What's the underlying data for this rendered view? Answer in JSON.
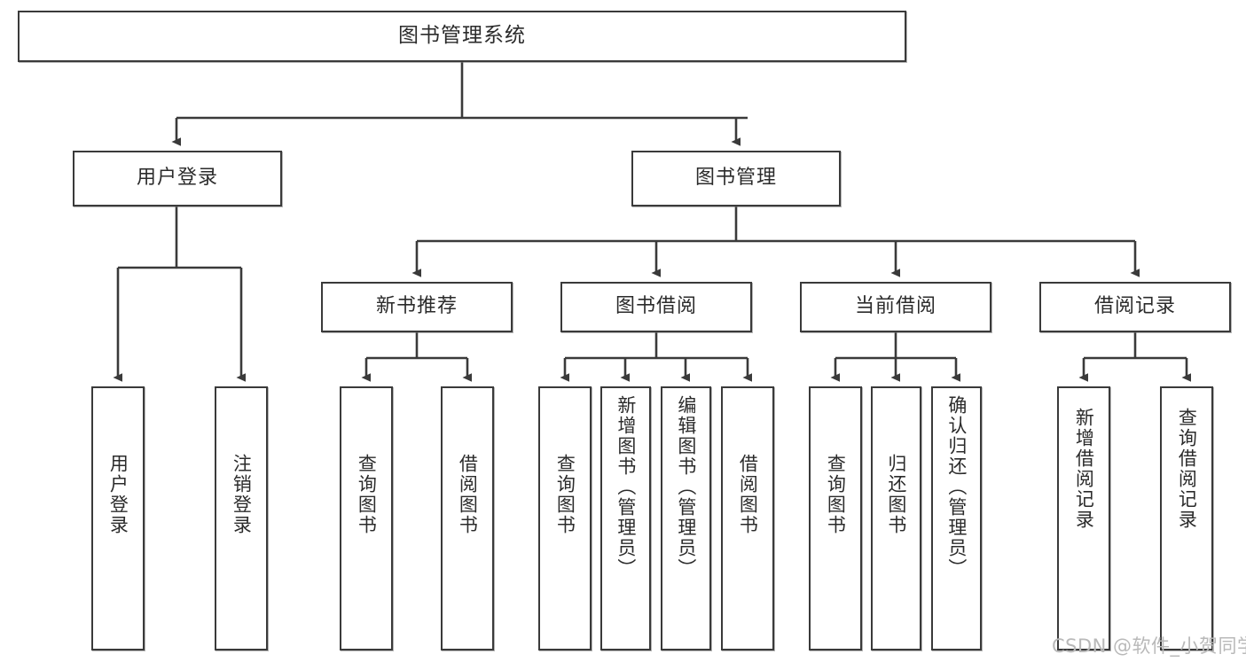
{
  "diagram": {
    "type": "tree-hierarchy",
    "title": "图书管理系统",
    "watermark": "CSDN @软件_小贺同学",
    "colors": {
      "box_border": "#3a3a3a",
      "box_fill": "#ffffff",
      "edge": "#3a3a3a",
      "text": "#2b2b2b",
      "watermark": "#b9b9b9",
      "background": "#ffffff"
    },
    "nodes": {
      "root": {
        "label": "图书管理系统"
      },
      "level2": [
        {
          "id": "user-login",
          "label": "用户登录"
        },
        {
          "id": "book-manage",
          "label": "图书管理"
        }
      ],
      "level3": [
        {
          "id": "new-book-rec",
          "label": "新书推荐"
        },
        {
          "id": "book-borrow",
          "label": "图书借阅"
        },
        {
          "id": "current-borrow",
          "label": "当前借阅"
        },
        {
          "id": "borrow-record",
          "label": "借阅记录"
        }
      ],
      "leaves": {
        "user_login": [
          {
            "id": "leaf-user-login",
            "label": "用户登录"
          },
          {
            "id": "leaf-logout",
            "label": "注销登录"
          }
        ],
        "new_book_rec": [
          {
            "id": "leaf-query-book-1",
            "label": "查询图书"
          },
          {
            "id": "leaf-borrow-book-1",
            "label": "借阅图书"
          }
        ],
        "book_borrow": [
          {
            "id": "leaf-query-book-2",
            "label": "查询图书"
          },
          {
            "id": "leaf-add-book",
            "label": "新增图书（管理员）"
          },
          {
            "id": "leaf-edit-book",
            "label": "编辑图书（管理员）"
          },
          {
            "id": "leaf-borrow-book-2",
            "label": "借阅图书"
          }
        ],
        "current_borrow": [
          {
            "id": "leaf-query-book-3",
            "label": "查询图书"
          },
          {
            "id": "leaf-return-book",
            "label": "归还图书"
          },
          {
            "id": "leaf-confirm-return",
            "label": "确认归还（管理员）"
          }
        ],
        "borrow_record": [
          {
            "id": "leaf-add-record",
            "label": "新增借阅记录"
          },
          {
            "id": "leaf-query-record",
            "label": "查询借阅记录"
          }
        ]
      }
    }
  }
}
